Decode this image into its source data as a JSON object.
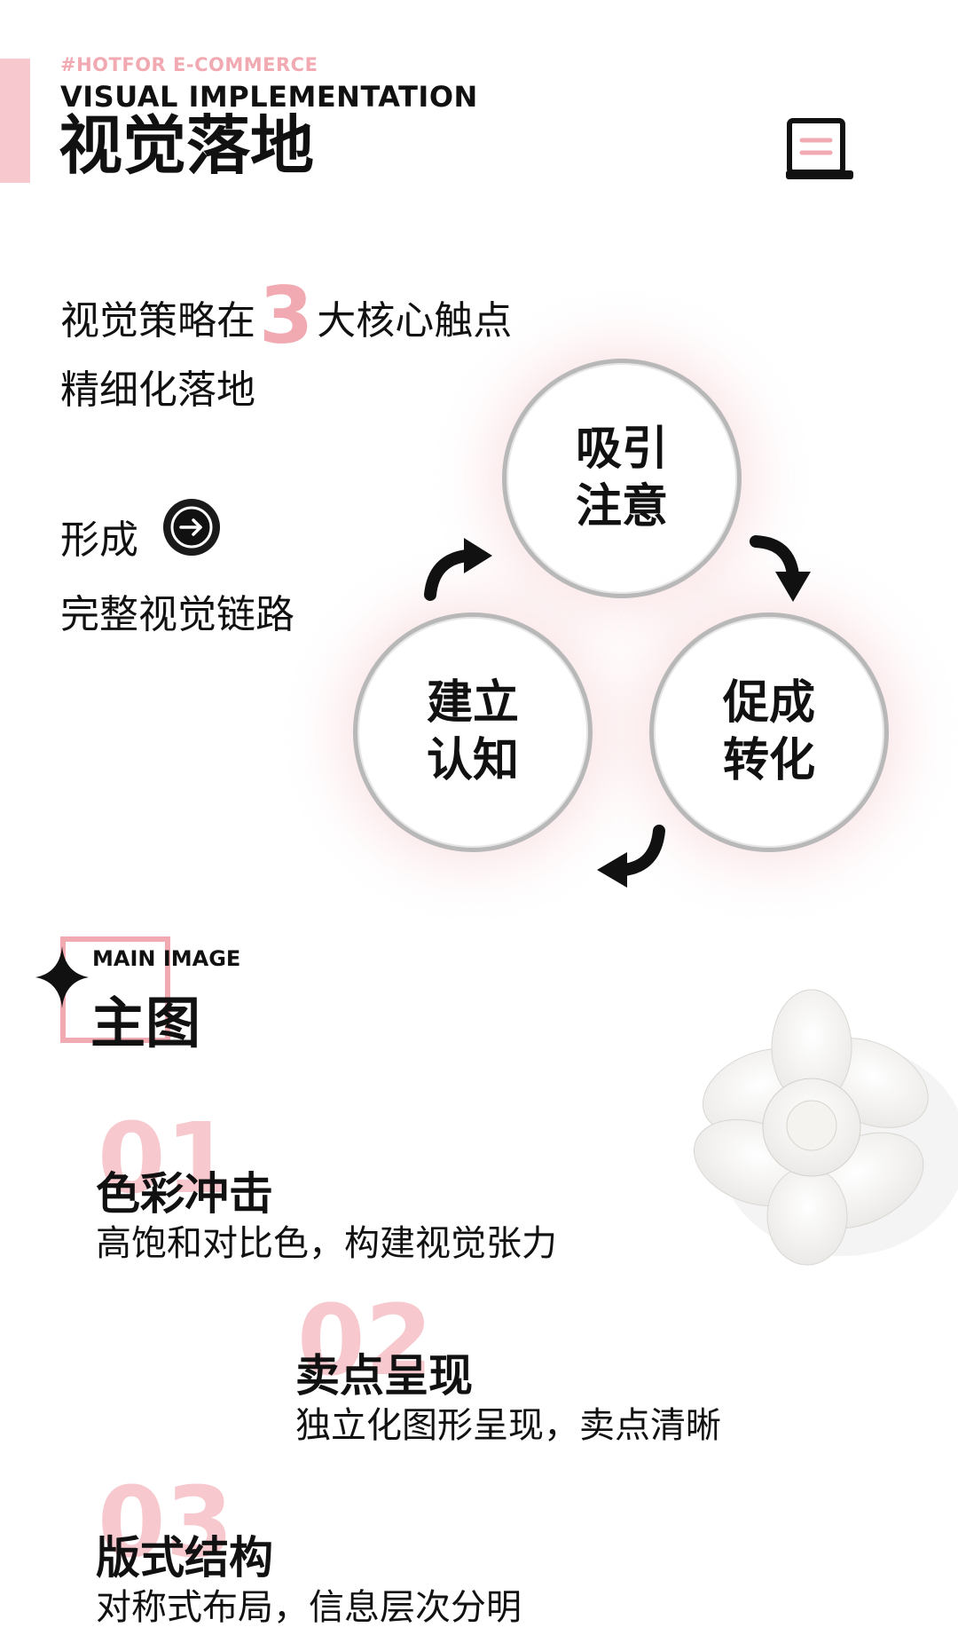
{
  "header": {
    "hashtag": "#HOTFOR E-COMMERCE",
    "english_title": "VISUAL IMPLEMENTATION",
    "chinese_title": "视觉落地",
    "icon": "document-list-icon"
  },
  "intro": {
    "line1_before": "视觉策略在",
    "line1_number": "3",
    "line1_after": "大核心触点",
    "line2": "精细化落地",
    "form_label": "形成",
    "form_icon": "arrow-right-circle-icon",
    "chain_text": "完整视觉链路"
  },
  "cycle": {
    "nodes": [
      {
        "line1": "吸引",
        "line2": "注意"
      },
      {
        "line1": "建立",
        "line2": "认知"
      },
      {
        "line1": "促成",
        "line2": "转化"
      }
    ],
    "arrow_icon": "curved-arrow-icon"
  },
  "main_image": {
    "english_label": "MAIN IMAGE",
    "chinese_label": "主图",
    "sparkle_icon": "sparkle-icon",
    "flower_icon": "white-gardenia-flower",
    "items": [
      {
        "number": "01",
        "title": "色彩冲击",
        "description": "高饱和对比色，构建视觉张力"
      },
      {
        "number": "02",
        "title": "卖点呈现",
        "description": "独立化图形呈现，卖点清晰"
      },
      {
        "number": "03",
        "title": "版式结构",
        "description": "对称式布局，信息层次分明"
      }
    ]
  },
  "colors": {
    "accent_pink": "#f2aab2",
    "light_pink": "#f7c8cd",
    "text": "#111111",
    "background": "#ffffff"
  }
}
